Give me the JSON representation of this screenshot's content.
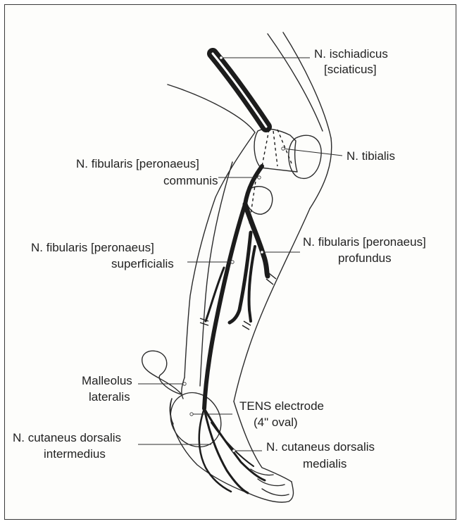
{
  "labels": {
    "ischiadicus_1": "N. ischiadicus",
    "ischiadicus_2": "[sciaticus]",
    "tibialis": "N. tibialis",
    "communis_1": "N. fibularis [peronaeus]",
    "communis_2": "communis",
    "superficialis_1": "N. fibularis [peronaeus]",
    "superficialis_2": "superficialis",
    "profundus_1": "N. fibularis [peronaeus]",
    "profundus_2": "profundus",
    "malleolus_1": "Malleolus",
    "malleolus_2": "lateralis",
    "tens_1": "TENS electrode",
    "tens_2": "(4\" oval)",
    "cut_int_1": "N. cutaneus dorsalis",
    "cut_int_2": "intermedius",
    "cut_med_1": "N. cutaneus dorsalis",
    "cut_med_2": "medialis"
  }
}
